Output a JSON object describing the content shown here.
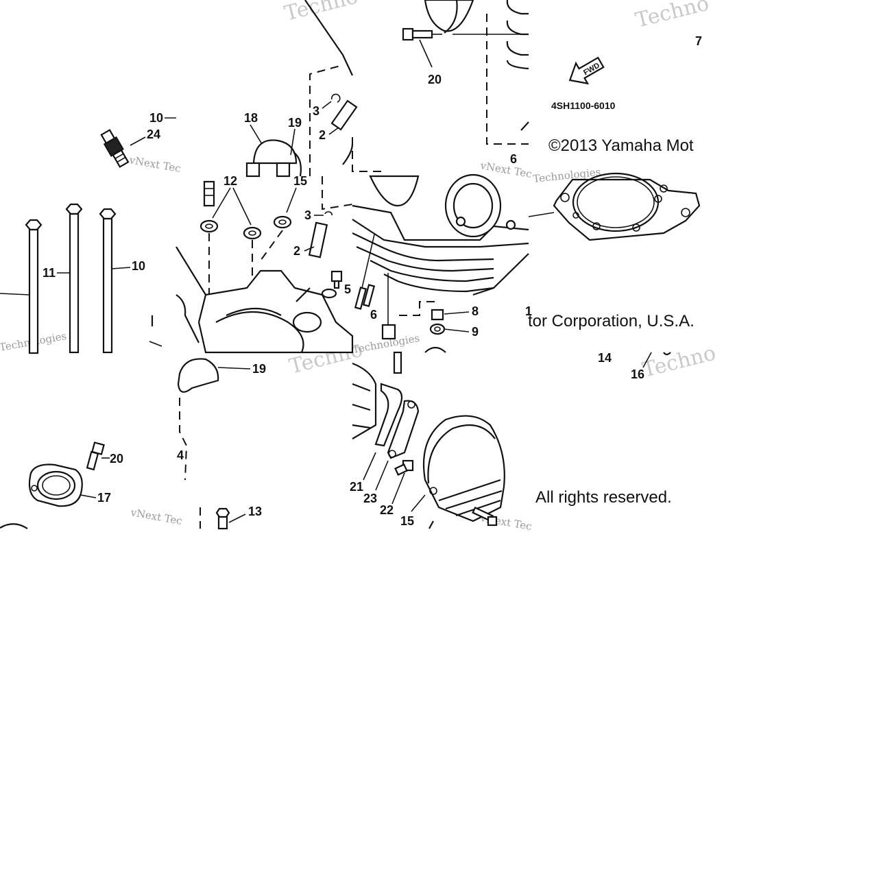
{
  "diagram": {
    "part_number": "4SH1100-6010",
    "fwd_arrow_label": "FWD",
    "copyright_line1_a": "©2013 Yamaha Mot",
    "copyright_line1_b": "tor Corporation, U.S.A.",
    "copyright_line2": "All rights reserved.",
    "watermark_big": "Techno",
    "watermark_small": "vNext Tec",
    "watermark_small2": "Technologies",
    "labels": {
      "p1": "1",
      "p2": "2",
      "p3": "3",
      "p5": "5",
      "p6": "6",
      "p7": "7",
      "p8": "8",
      "p9": "9",
      "p10": "10",
      "p11": "11",
      "p12": "12",
      "p13": "13",
      "p14": "14",
      "p15": "15",
      "p16": "16",
      "p17": "17",
      "p18": "18",
      "p19": "19",
      "p20": "20",
      "p21": "21",
      "p22": "22",
      "p23": "23",
      "p24": "24",
      "p4": "4"
    }
  }
}
